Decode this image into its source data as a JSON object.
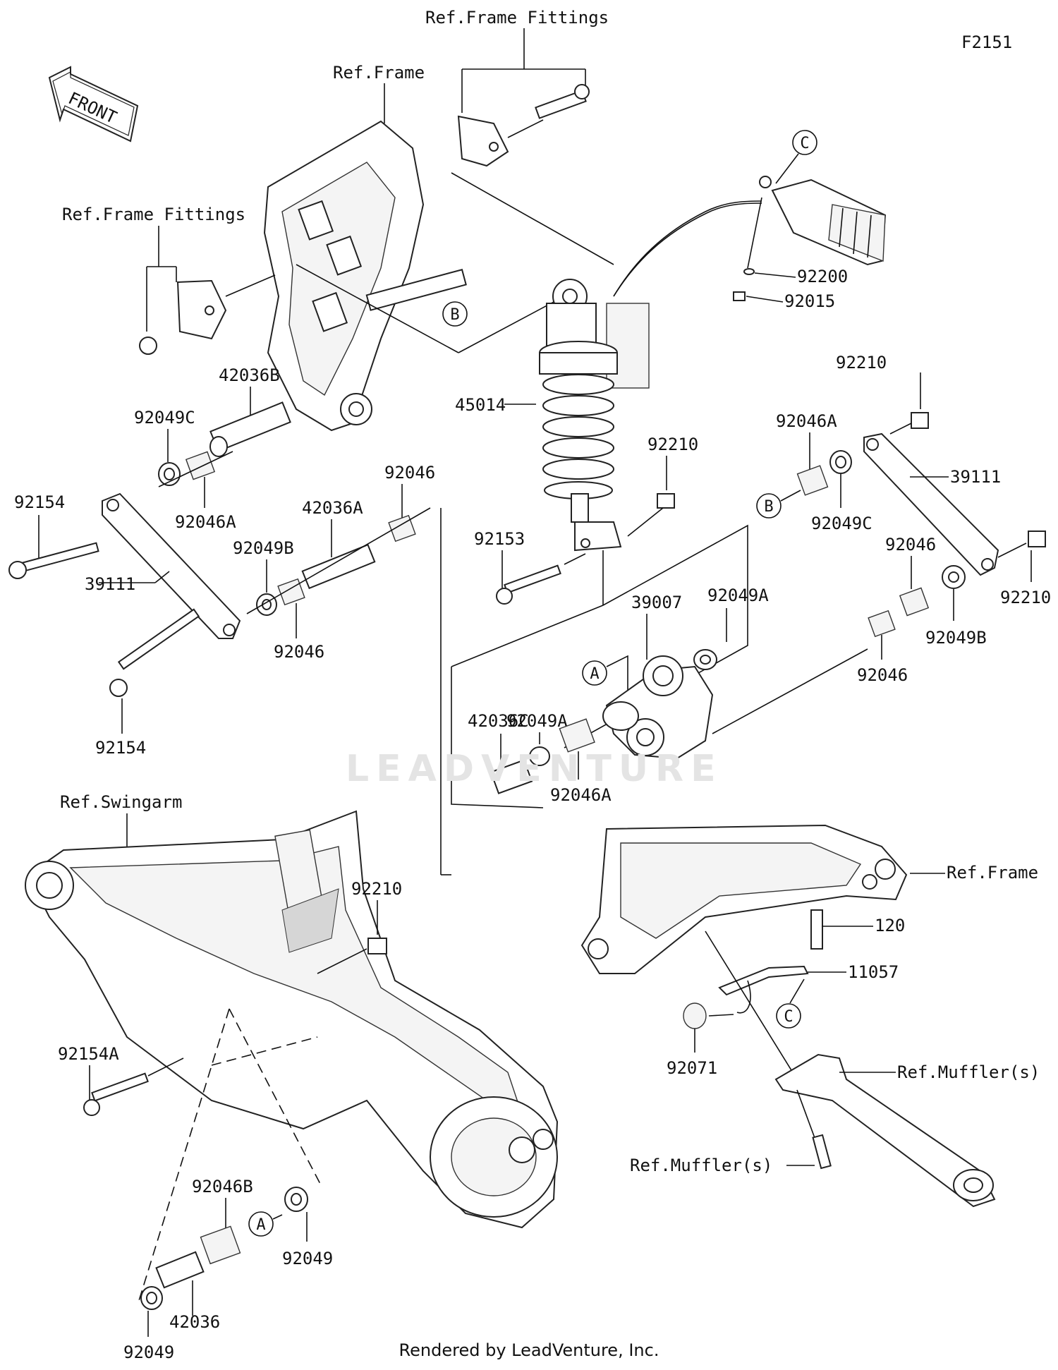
{
  "diagram_code": "F2151",
  "front_arrow_label": "FRONT",
  "watermark": "LEADVENTURE",
  "footer_credit": "Rendered by LeadVenture, Inc.",
  "references": {
    "frame_fittings_top": "Ref.Frame Fittings",
    "frame": "Ref.Frame",
    "frame_fittings_left": "Ref.Frame Fittings",
    "swingarm": "Ref.Swingarm",
    "frame_right": "Ref.Frame",
    "muffler_1": "Ref.Muffler(s)",
    "muffler_2": "Ref.Muffler(s)"
  },
  "callouts": {
    "c_top": "C",
    "b_mid": "B",
    "b_right": "B",
    "a_mid": "A",
    "a_bottom": "A",
    "c_bottom": "C"
  },
  "part_labels": {
    "p92200": "92200",
    "p92015": "92015",
    "p92210_top": "92210",
    "p42036B": "42036B",
    "p92049C_left": "92049C",
    "p45014": "45014",
    "p92046A_right": "92046A",
    "p39111_right": "39111",
    "p92154_top": "92154",
    "p92046A_left": "92046A",
    "p92046_top": "92046",
    "p42036A": "42036A",
    "p92210_mid": "92210",
    "p92049C_right": "92049C",
    "p92049B_left": "92049B",
    "p92153": "92153",
    "p92046_right_top": "92046",
    "p92210_right": "92210",
    "p39111_left": "39111",
    "p92049A_top": "92049A",
    "p39007": "39007",
    "p92049B_right": "92049B",
    "p92046_left_bottom": "92046",
    "p92046_right_bottom": "92046",
    "p92049A_low": "92049A",
    "p42036C": "42036C",
    "p92154_bottom": "92154",
    "p92046A_bottom": "92046A",
    "p92210_swing": "92210",
    "p120": "120",
    "p11057": "11057",
    "p92154A": "92154A",
    "p92071": "92071",
    "p92046B": "92046B",
    "p92049_right": "92049",
    "p42036": "42036",
    "p92049_left": "92049"
  }
}
